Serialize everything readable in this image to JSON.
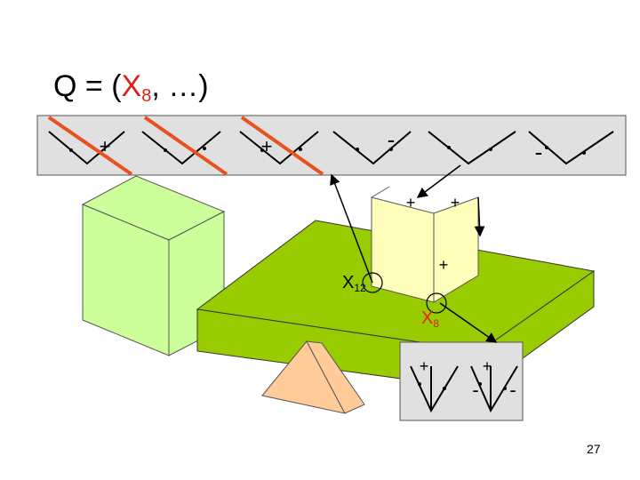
{
  "title": {
    "prefix": "Q = (",
    "var_letter": "X",
    "var_index": "8",
    "suffix": ", …)"
  },
  "strip_signs": [
    "+",
    "+",
    "-",
    "-"
  ],
  "box_signs": [
    "+",
    "+",
    "+"
  ],
  "labels": {
    "x12_letter": "X",
    "x12_index": "12",
    "x8_letter": "X",
    "x8_index": "8"
  },
  "sub_signs": [
    "+",
    "+",
    "-",
    "-"
  ],
  "page_number": "27",
  "colors": {
    "strike": "#e8501e",
    "strip_bg": "#e0e0e0",
    "light_green": "#ccff99",
    "olive_green": "#99cc00",
    "light_yellow": "#ffffbb",
    "peach": "#ffcc99",
    "red_text": "#e02010"
  }
}
